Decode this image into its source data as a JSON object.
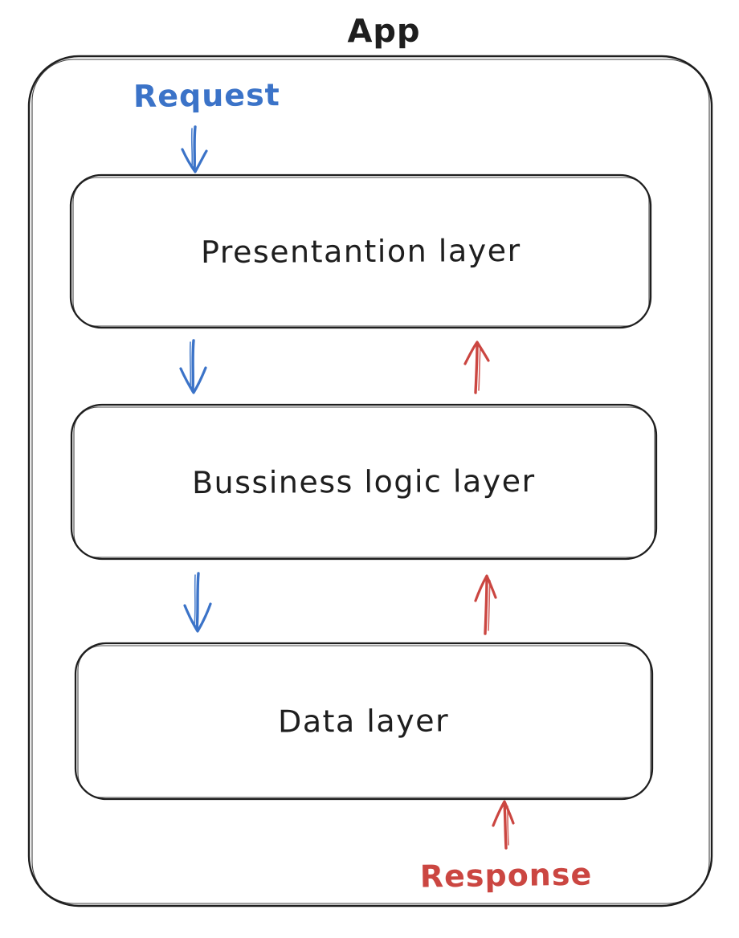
{
  "diagram": {
    "title": "App",
    "labels": {
      "request": "Request",
      "response": "Response"
    },
    "layers": [
      {
        "id": "presentation",
        "label": "Presentantion layer"
      },
      {
        "id": "business",
        "label": "Bussiness logic layer"
      },
      {
        "id": "data",
        "label": "Data layer"
      }
    ],
    "arrows": [
      {
        "name": "request-arrow",
        "color": "#3b73c8",
        "direction": "down",
        "from": "Request label",
        "to": "Presentantion layer"
      },
      {
        "name": "presentation-to-business",
        "color": "#3b73c8",
        "direction": "down",
        "from": "Presentantion layer",
        "to": "Bussiness logic layer"
      },
      {
        "name": "business-to-presentation",
        "color": "#cb4641",
        "direction": "up",
        "from": "Bussiness logic layer",
        "to": "Presentantion layer"
      },
      {
        "name": "business-to-data",
        "color": "#3b73c8",
        "direction": "down",
        "from": "Bussiness logic layer",
        "to": "Data layer"
      },
      {
        "name": "data-to-business",
        "color": "#cb4641",
        "direction": "up",
        "from": "Data layer",
        "to": "Bussiness logic layer"
      },
      {
        "name": "response-arrow",
        "color": "#cb4641",
        "direction": "up",
        "from": "Response label",
        "to": "Data layer"
      }
    ],
    "colors": {
      "stroke": "#1e1e1e",
      "request_blue": "#3b73c8",
      "response_red": "#cb4641",
      "background": "#ffffff"
    },
    "style": "hand-drawn whiteboard sketch (excalidraw-like)"
  }
}
